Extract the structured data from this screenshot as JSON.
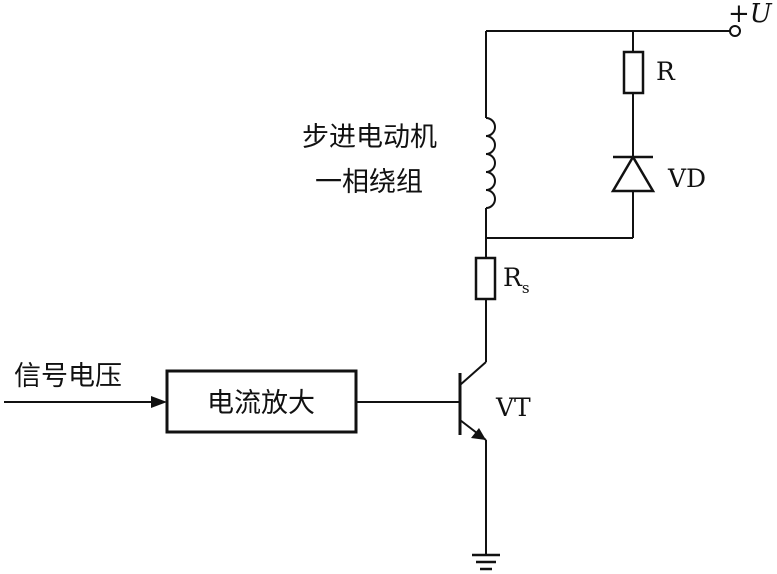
{
  "labels": {
    "supply": "+U",
    "resistor_r": "R",
    "diode": "VD",
    "motor_line1": "步进电动机",
    "motor_line2": "一相绕组",
    "sense_resistor": "R",
    "sense_subscript": "s",
    "signal_input": "信号电压",
    "amplifier": "电流放大",
    "transistor": "VT"
  }
}
